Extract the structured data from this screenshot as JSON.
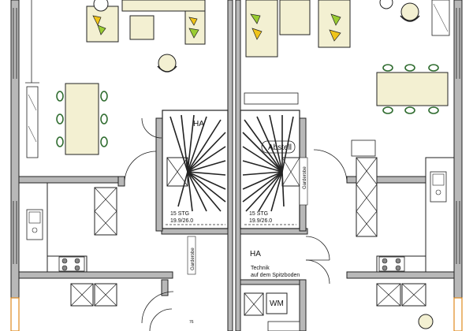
{
  "labels": {
    "ha_left": "HA",
    "abstell": "Abstell",
    "stairs_left_count": "15 STG",
    "stairs_left_dim": "19.9/26.0",
    "stairs_right_count": "15 STG",
    "stairs_right_dim": "19.9/26.0",
    "garderobe_left": "Garderobe",
    "garderobe_right": "Garderobe",
    "ha_right": "HA",
    "technik_line1": "Technik",
    "technik_line2": "auf dem Spitzboden",
    "wm": "WM",
    "small_number": "76"
  },
  "colors": {
    "wall": "#b8b8b8",
    "wall_stroke": "#222222",
    "furniture": "#f3f0d2",
    "accent_green": "#9acd32",
    "accent_yellow": "#f0c419",
    "chair_stroke": "#2e6b2e",
    "door_frame": "#e08a1e"
  }
}
